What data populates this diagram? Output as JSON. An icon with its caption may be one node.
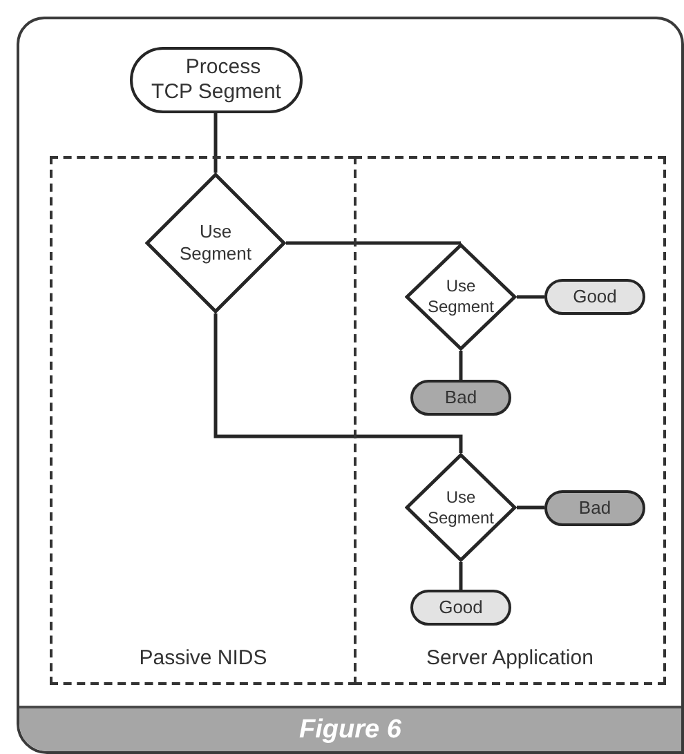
{
  "diagram": {
    "caption": "Figure 6",
    "nodes": [
      {
        "text": [
          "Process TCP Segment"
        ]
      },
      {
        "text": [
          "Passive NIDS"
        ]
      },
      {
        "text": [
          "Server Application"
        ]
      },
      {
        "text": [
          "Use Segment"
        ],
        "in": 1
      },
      {
        "text": [
          "Use Segment"
        ],
        "in": 2
      },
      {
        "text": [
          "Good"
        ],
        "in": 2
      },
      {
        "text": [
          "Bad"
        ],
        "in": 2
      },
      {
        "text": [
          "Use Segment"
        ],
        "in": 2
      },
      {
        "text": [
          "Bad"
        ],
        "in": 2
      },
      {
        "text": [
          "Good"
        ],
        "in": 2
      }
    ],
    "edges": [
      {
        "from": 0,
        "to": 3,
        "arrow": "none"
      },
      {
        "from": 3,
        "to": 4,
        "arrow": "none"
      },
      {
        "from": 4,
        "to": 5,
        "arrow": "none"
      },
      {
        "from": 4,
        "to": 6,
        "arrow": "none"
      },
      {
        "from": 3,
        "to": 7,
        "arrow": "none"
      },
      {
        "from": 7,
        "to": 8,
        "arrow": "none"
      },
      {
        "from": 7,
        "to": 9,
        "arrow": "none"
      }
    ]
  }
}
